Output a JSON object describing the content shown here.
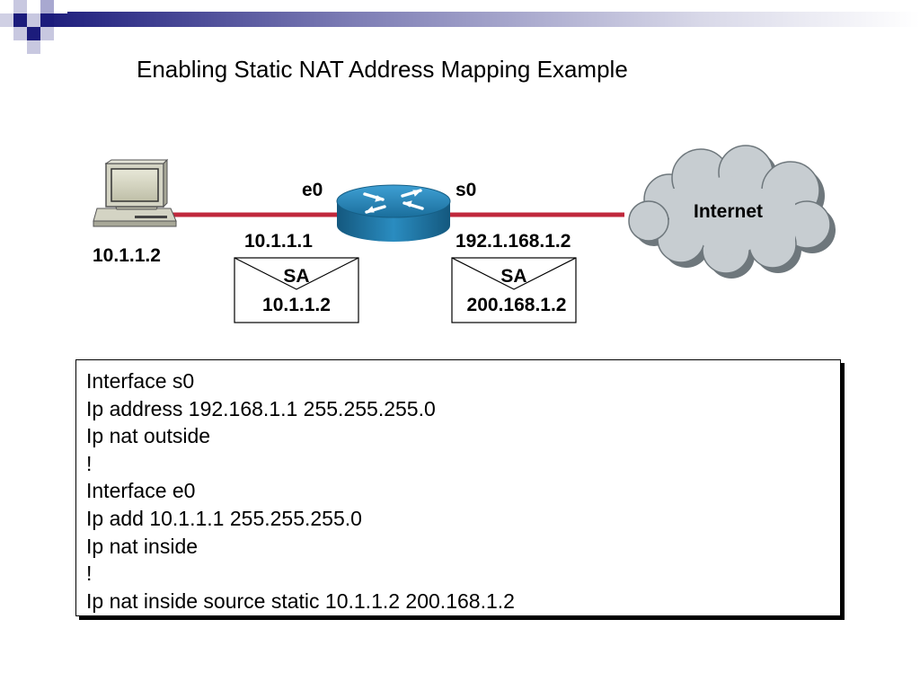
{
  "slide": {
    "title": "Enabling Static NAT Address Mapping Example"
  },
  "diagram": {
    "host": {
      "ip": "10.1.1.2"
    },
    "router": {
      "inside_interface": "e0",
      "inside_ip": "10.1.1.1",
      "outside_interface": "s0",
      "outside_ip": "192.1.168.1.2"
    },
    "cloud": {
      "label": "Internet"
    },
    "packets": [
      {
        "field": "SA",
        "address": "10.1.1.2"
      },
      {
        "field": "SA",
        "address": "200.168.1.2"
      }
    ],
    "colors": {
      "link": "#c0283c",
      "router": "#1e7fb0",
      "cloud": "#c7cdd1"
    }
  },
  "config": {
    "lines": [
      "Interface s0",
      "Ip address 192.168.1.1 255.255.255.0",
      "Ip nat outside",
      "!",
      "Interface e0",
      "Ip add 10.1.1.1 255.255.255.0",
      "Ip nat inside",
      "!",
      "Ip nat inside source static 10.1.1.2 200.168.1.2"
    ]
  }
}
